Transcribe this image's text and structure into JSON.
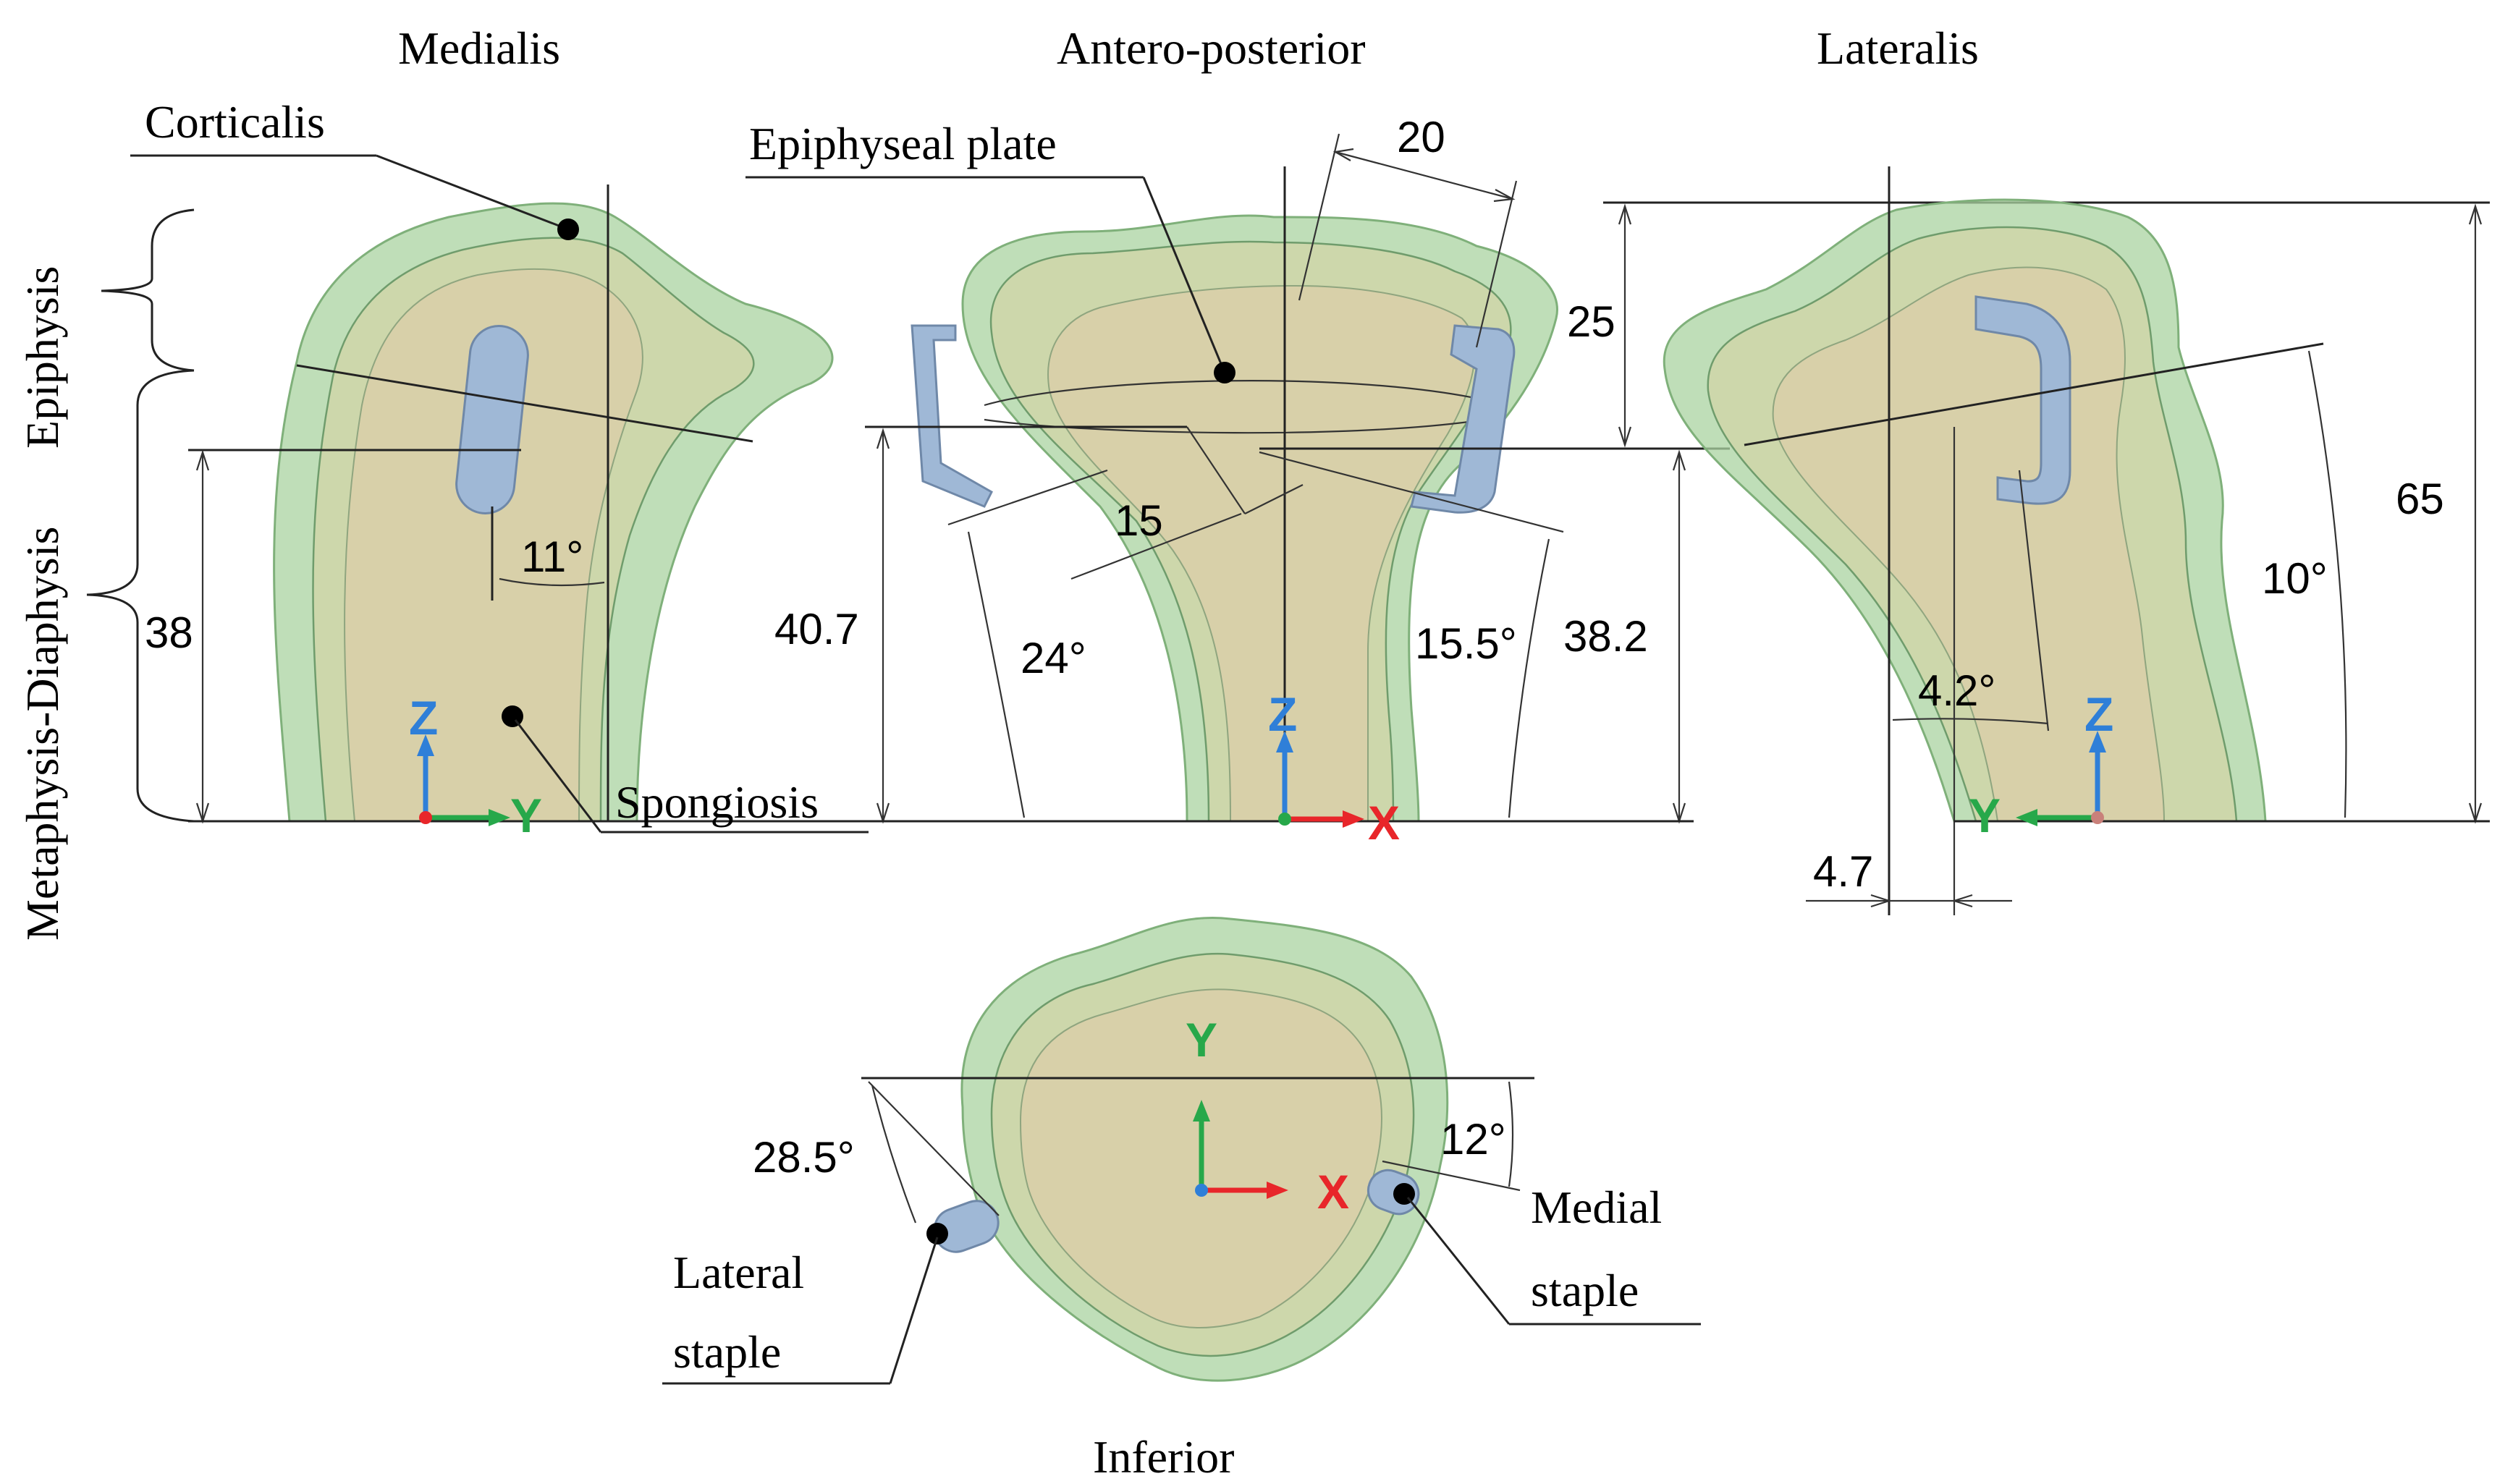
{
  "views": {
    "medialis": "Medialis",
    "antero_posterior": "Antero-posterior",
    "lateralis": "Lateralis",
    "inferior": "Inferior"
  },
  "regions": {
    "epiphysis": "Epiphysis",
    "metaphysis_diaphysis": "Metaphysis-Diaphysis"
  },
  "labels": {
    "corticalis": "Corticalis",
    "epiphyseal_plate": "Epiphyseal plate",
    "spongiosis": "Spongiosis",
    "lateral_staple_line1": "Lateral",
    "lateral_staple_line2": "staple",
    "medial_staple_line1": "Medial",
    "medial_staple_line2": "staple"
  },
  "dimensions": {
    "medial_angle": "11°",
    "medial_height": "38",
    "ap_top_width": "20",
    "ap_right_height": "25",
    "ap_plate_offset": "15",
    "ap_left_height": "40.7",
    "ap_left_angle": "24°",
    "ap_right_angle": "15.5°",
    "ap_right_height2": "38.2",
    "lat_total_height": "65",
    "lat_angle": "10°",
    "lat_small_angle": "4.2°",
    "lat_offset": "4.7",
    "inf_left_angle": "28.5°",
    "inf_right_angle": "12°"
  },
  "axes": {
    "x": "X",
    "y": "Y",
    "z": "Z"
  },
  "colors": {
    "axis_x": "#e8262a",
    "axis_y": "#27a84a",
    "axis_z": "#2f7fd8",
    "bone_outer": "#a9d3a0",
    "staple": "#9fb8d6"
  }
}
